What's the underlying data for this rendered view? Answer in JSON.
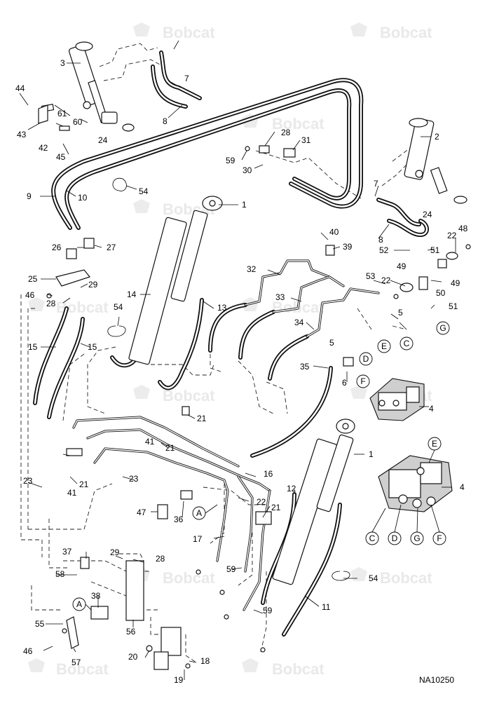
{
  "diagram": {
    "watermark": "Bobcat",
    "drawing_code": "NA10250",
    "labels": [
      {
        "id": "l1a",
        "text": "1"
      },
      {
        "id": "l1b",
        "text": "1"
      },
      {
        "id": "l2",
        "text": "2"
      },
      {
        "id": "l3",
        "text": "3"
      },
      {
        "id": "l4a",
        "text": "4"
      },
      {
        "id": "l4b",
        "text": "4"
      },
      {
        "id": "l5a",
        "text": "5"
      },
      {
        "id": "l5b",
        "text": "5"
      },
      {
        "id": "l6",
        "text": "6"
      },
      {
        "id": "l7a",
        "text": "7"
      },
      {
        "id": "l7b",
        "text": "7"
      },
      {
        "id": "l8a",
        "text": "8"
      },
      {
        "id": "l8b",
        "text": "8"
      },
      {
        "id": "l9",
        "text": "9"
      },
      {
        "id": "l10",
        "text": "10"
      },
      {
        "id": "l11",
        "text": "11"
      },
      {
        "id": "l12",
        "text": "12"
      },
      {
        "id": "l13",
        "text": "13"
      },
      {
        "id": "l14",
        "text": "14"
      },
      {
        "id": "l15a",
        "text": "15"
      },
      {
        "id": "l15b",
        "text": "15"
      },
      {
        "id": "l16",
        "text": "16"
      },
      {
        "id": "l17",
        "text": "17"
      },
      {
        "id": "l18",
        "text": "18"
      },
      {
        "id": "l19",
        "text": "19"
      },
      {
        "id": "l20",
        "text": "20"
      },
      {
        "id": "l21a",
        "text": "21"
      },
      {
        "id": "l21b",
        "text": "21"
      },
      {
        "id": "l21c",
        "text": "21"
      },
      {
        "id": "l21d",
        "text": "21"
      },
      {
        "id": "l22a",
        "text": "22"
      },
      {
        "id": "l22b",
        "text": "22"
      },
      {
        "id": "l22c",
        "text": "22"
      },
      {
        "id": "l23a",
        "text": "23"
      },
      {
        "id": "l23b",
        "text": "23"
      },
      {
        "id": "l24a",
        "text": "24"
      },
      {
        "id": "l24b",
        "text": "24"
      },
      {
        "id": "l25",
        "text": "25"
      },
      {
        "id": "l26",
        "text": "26"
      },
      {
        "id": "l27",
        "text": "27"
      },
      {
        "id": "l28a",
        "text": "28"
      },
      {
        "id": "l28b",
        "text": "28"
      },
      {
        "id": "l28c",
        "text": "28"
      },
      {
        "id": "l29a",
        "text": "29"
      },
      {
        "id": "l29b",
        "text": "29"
      },
      {
        "id": "l30",
        "text": "30"
      },
      {
        "id": "l31",
        "text": "31"
      },
      {
        "id": "l32",
        "text": "32"
      },
      {
        "id": "l33",
        "text": "33"
      },
      {
        "id": "l34",
        "text": "34"
      },
      {
        "id": "l35",
        "text": "35"
      },
      {
        "id": "l36",
        "text": "36"
      },
      {
        "id": "l37",
        "text": "37"
      },
      {
        "id": "l38",
        "text": "38"
      },
      {
        "id": "l39",
        "text": "39"
      },
      {
        "id": "l40",
        "text": "40"
      },
      {
        "id": "l41a",
        "text": "41"
      },
      {
        "id": "l41b",
        "text": "41"
      },
      {
        "id": "l42",
        "text": "42"
      },
      {
        "id": "l43",
        "text": "43"
      },
      {
        "id": "l44",
        "text": "44"
      },
      {
        "id": "l45",
        "text": "45"
      },
      {
        "id": "l46a",
        "text": "46"
      },
      {
        "id": "l46b",
        "text": "46"
      },
      {
        "id": "l47",
        "text": "47"
      },
      {
        "id": "l48",
        "text": "48"
      },
      {
        "id": "l49a",
        "text": "49"
      },
      {
        "id": "l49b",
        "text": "49"
      },
      {
        "id": "l50",
        "text": "50"
      },
      {
        "id": "l51a",
        "text": "51"
      },
      {
        "id": "l51b",
        "text": "51"
      },
      {
        "id": "l52",
        "text": "52"
      },
      {
        "id": "l53",
        "text": "53"
      },
      {
        "id": "l54a",
        "text": "54"
      },
      {
        "id": "l54b",
        "text": "54"
      },
      {
        "id": "l54c",
        "text": "54"
      },
      {
        "id": "l55",
        "text": "55"
      },
      {
        "id": "l56",
        "text": "56"
      },
      {
        "id": "l57",
        "text": "57"
      },
      {
        "id": "l58",
        "text": "58"
      },
      {
        "id": "l59a",
        "text": "59"
      },
      {
        "id": "l59b",
        "text": "59"
      },
      {
        "id": "l59c",
        "text": "59"
      },
      {
        "id": "l60",
        "text": "60"
      },
      {
        "id": "l61",
        "text": "61"
      }
    ],
    "callouts": [
      {
        "id": "cD1",
        "text": "D"
      },
      {
        "id": "cE1",
        "text": "E"
      },
      {
        "id": "cC1",
        "text": "C"
      },
      {
        "id": "cG1",
        "text": "G"
      },
      {
        "id": "cF1",
        "text": "F"
      },
      {
        "id": "cE2",
        "text": "E"
      },
      {
        "id": "cC2",
        "text": "C"
      },
      {
        "id": "cD2",
        "text": "D"
      },
      {
        "id": "cG2",
        "text": "G"
      },
      {
        "id": "cF2",
        "text": "F"
      },
      {
        "id": "cA1",
        "text": "A"
      },
      {
        "id": "cA2",
        "text": "A"
      }
    ]
  }
}
